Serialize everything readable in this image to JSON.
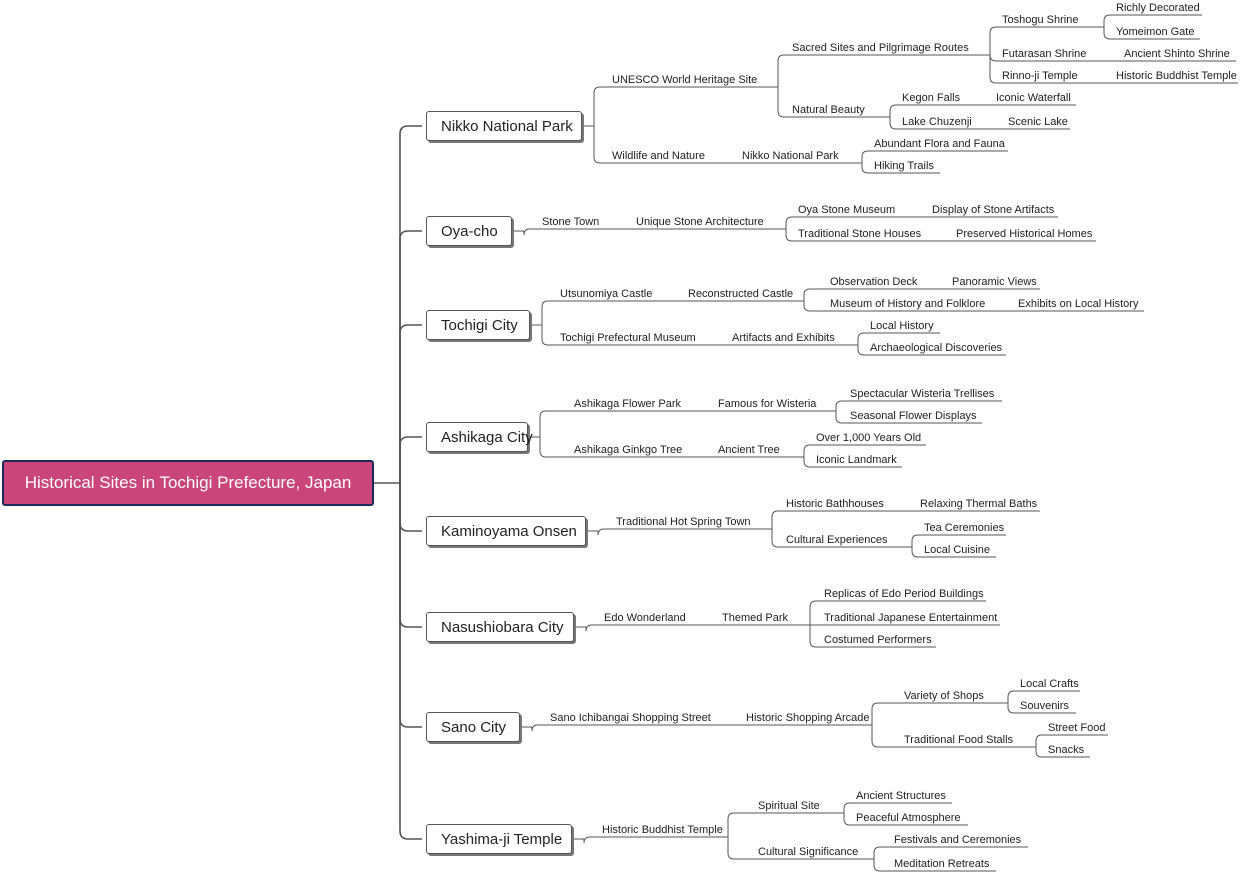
{
  "root": "Historical Sites in Tochigi Prefecture, Japan",
  "nodes": [
    "Nikko National Park",
    "UNESCO World Heritage Site",
    "Sacred Sites and Pilgrimage Routes",
    "Toshogu Shrine",
    "Richly Decorated",
    "Yomeimon Gate",
    "Futarasan Shrine",
    "Ancient Shinto Shrine",
    "Rinno-ji Temple",
    "Historic Buddhist Temple",
    "Natural Beauty",
    "Kegon Falls",
    "Iconic Waterfall",
    "Lake Chuzenji",
    "Scenic Lake",
    "Wildlife and Nature",
    "Nikko National Park",
    "Abundant Flora and Fauna",
    "Hiking Trails",
    "Oya-cho",
    "Stone Town",
    "Unique Stone Architecture",
    "Oya Stone Museum",
    "Display of Stone Artifacts",
    "Traditional Stone Houses",
    "Preserved Historical Homes",
    "Tochigi City",
    "Utsunomiya Castle",
    "Reconstructed Castle",
    "Observation Deck",
    "Panoramic Views",
    "Museum of History and Folklore",
    "Exhibits on Local History",
    "Tochigi Prefectural Museum",
    "Artifacts and Exhibits",
    "Local History",
    "Archaeological Discoveries",
    "Ashikaga City",
    "Ashikaga Flower Park",
    "Famous for Wisteria",
    "Spectacular Wisteria Trellises",
    "Seasonal Flower Displays",
    "Ashikaga Ginkgo Tree",
    "Ancient Tree",
    "Over 1,000 Years Old",
    "Iconic Landmark",
    "Kaminoyama Onsen",
    "Traditional Hot Spring Town",
    "Historic Bathhouses",
    "Relaxing Thermal Baths",
    "Cultural Experiences",
    "Tea Ceremonies",
    "Local Cuisine",
    "Nasushiobara City",
    "Edo Wonderland",
    "Themed Park",
    "Replicas of Edo Period Buildings",
    "Traditional Japanese Entertainment",
    "Costumed Performers",
    "Sano City",
    "Sano Ichibangai Shopping Street",
    "Historic Shopping Arcade",
    "Variety of Shops",
    "Local Crafts",
    "Souvenirs",
    "Traditional Food Stalls",
    "Street Food",
    "Snacks",
    "Yashima-ji Temple",
    "Historic Buddhist Temple",
    "Spiritual Site",
    "Ancient Structures",
    "Peaceful Atmosphere",
    "Cultural Significance",
    "Festivals and Ceremonies",
    "Meditation Retreats"
  ],
  "colors": {
    "root_fill": "#c9457a",
    "root_border": "#1f2a5c",
    "line": "#555555"
  }
}
